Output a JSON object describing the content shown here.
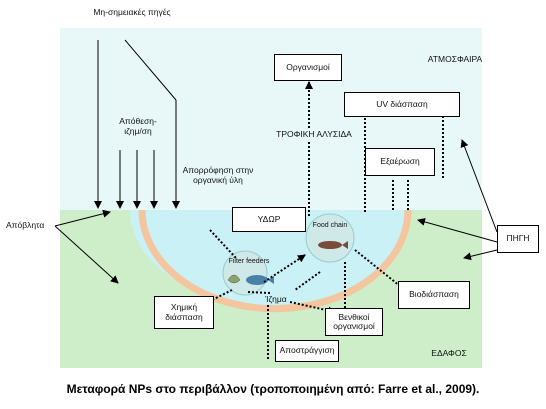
{
  "labels": {
    "non_point_sources": "Μη-σημειακές πηγές",
    "deposition": "Απόθεση-ιζημ/ση",
    "organic_absorption": "Απορρόφηση στην οργανική ύλη",
    "wastes": "Απόβλητα",
    "atmosphere": "ΑΤΜΟΣΦΑΙΡΑ",
    "trophic_chain": "ΤΡΟΦΙΚΗ ΑΛΥΣΙΔΑ",
    "soil": "ΕΔΑΦΟΣ",
    "filter_feeders": "Filter feeders",
    "food_chain": "Food chain"
  },
  "boxes": {
    "organisms": "Οργανισμοί",
    "uv_degradation": "UV διάσπαση",
    "evaporation": "Εξαέρωση",
    "water": "ΥΔΩΡ",
    "source": "ΠΗΓΗ",
    "biodegradation": "Βιοδιάσπαση",
    "chemical_degradation": "Χημική διάσπαση",
    "sediment": "Ίζημα",
    "benthic_organisms": "Βενθικοί οργανισμοί",
    "drainage": "Αποστράγγιση"
  },
  "caption": "Μεταφορά NPs στο περιβάλλον (τροποποιημένη από: Farre et al., 2009).",
  "colors": {
    "atmosphere": "#e8f8f8",
    "soil": "#cdeec9",
    "water": "#c9f1f6",
    "basin_rim": "#f3c6a0",
    "food_chain_circle": "#cfe9e9"
  }
}
